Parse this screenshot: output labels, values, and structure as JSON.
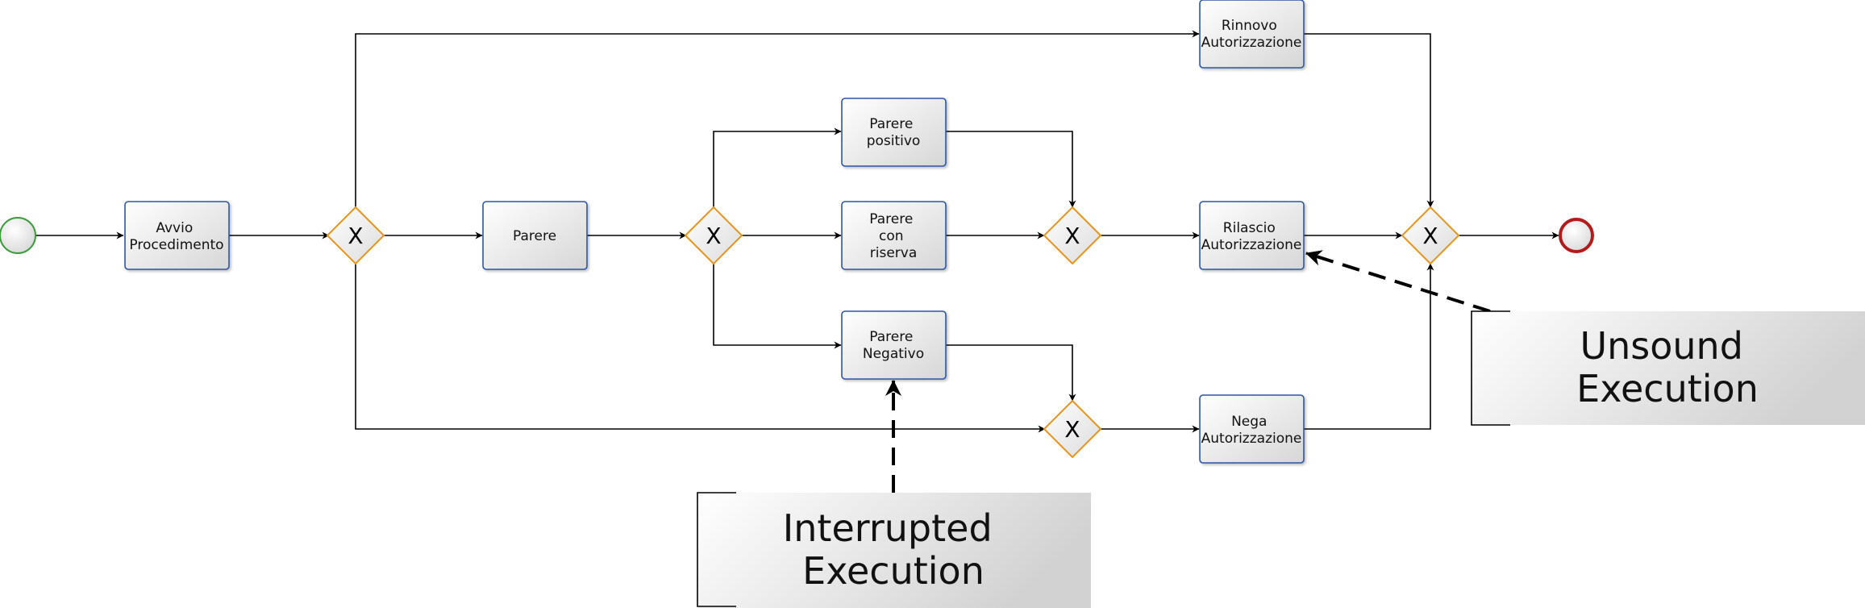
{
  "tasks": {
    "avvio": [
      "Avvio",
      "Procedimento"
    ],
    "parere": [
      "Parere"
    ],
    "parere_positivo": [
      "Parere",
      "positivo"
    ],
    "parere_riserva": [
      "Parere",
      "con",
      "riserva"
    ],
    "parere_negativo": [
      "Parere",
      "Negativo"
    ],
    "rinnovo": [
      "Rinnovo",
      "Autorizzazione"
    ],
    "rilascio": [
      "Rilascio",
      "Autorizzazione"
    ],
    "nega": [
      "Nega",
      "Autorizzazione"
    ]
  },
  "annotations": {
    "interrupted": [
      "Interrupted",
      "Execution"
    ],
    "unsound": [
      "Unsound",
      "Execution"
    ]
  },
  "gateway_symbol": "X",
  "colors": {
    "start_event": "#3a9b3a",
    "end_event": "#b31b1b",
    "task_border": "#2f55a4",
    "gateway_border": "#e8941a",
    "flow": "#000000"
  }
}
